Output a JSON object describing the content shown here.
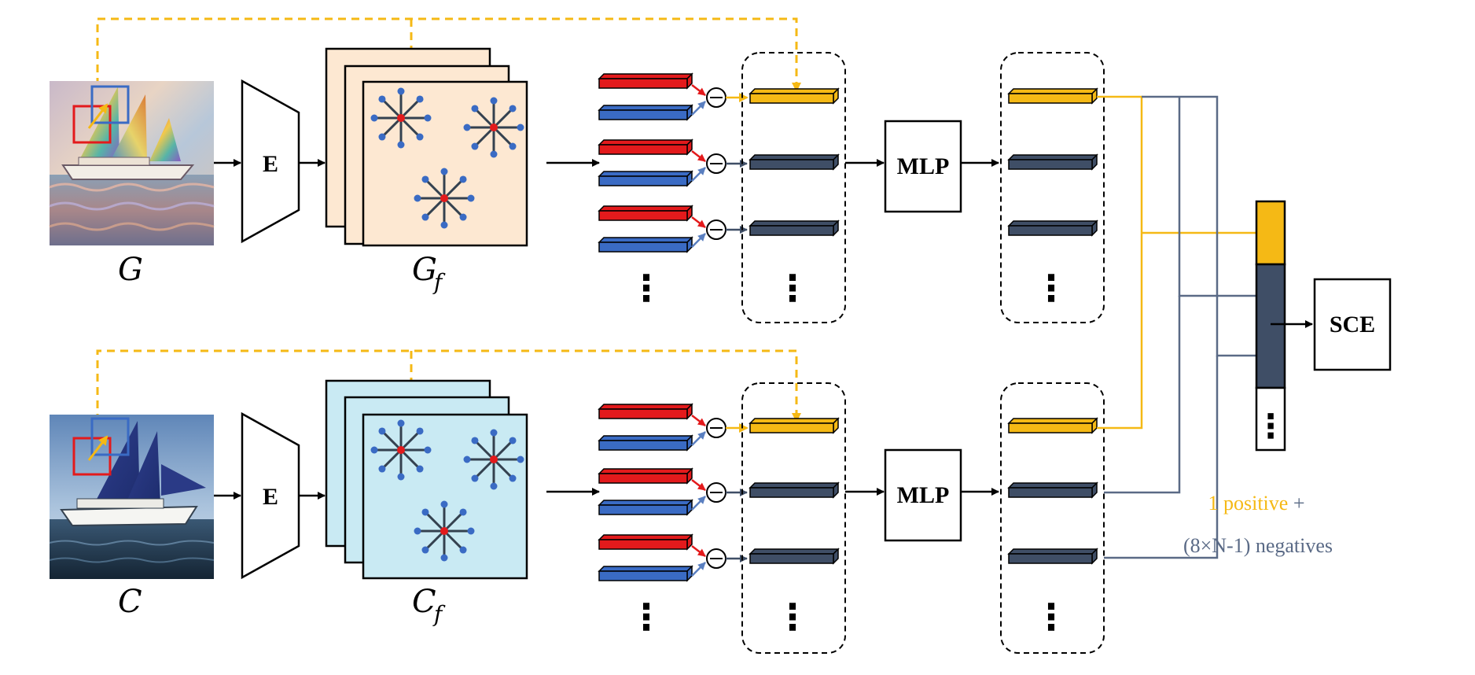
{
  "colors": {
    "yellow": "#F5B915",
    "dark_slate": "#3F4E66",
    "red_bar": "#E31A1C",
    "blue_bar": "#3A6BC4",
    "peach": "#FDE8D2",
    "light_blue": "#C9EAF3",
    "line_slate": "#5A6A86",
    "arrow_blue": "#5A7FC0"
  },
  "labels": {
    "top_image": "G",
    "top_feature_main": "G",
    "top_feature_sub": "f",
    "bottom_image": "C",
    "bottom_feature_main": "C",
    "bottom_feature_sub": "f",
    "encoder": "E",
    "mlp": "MLP",
    "loss": "SCE",
    "ellipsis": "⋮",
    "positive_text": "1 positive",
    "plus": " +",
    "negatives_text": "(8×N-1) negatives"
  },
  "images": {
    "top_content": "stylized sailing ship photo",
    "bottom_content": "sailing ship photo"
  }
}
